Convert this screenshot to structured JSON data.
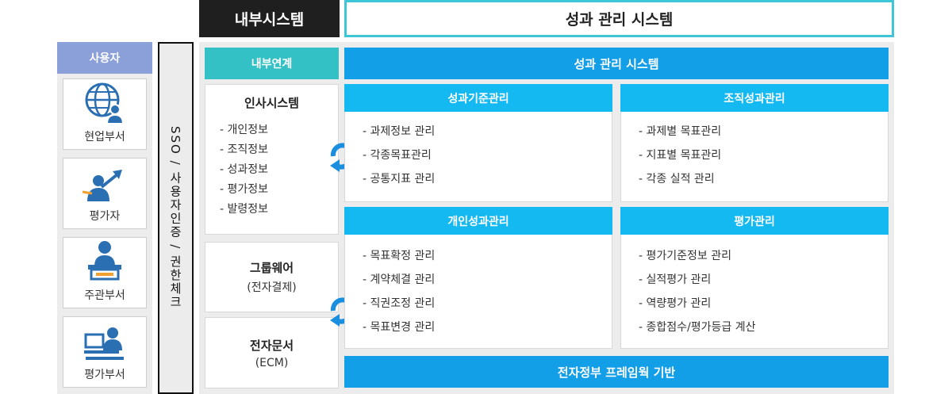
{
  "header": {
    "internal_label": "내부시스템",
    "main_label": "성과 관리 시스템"
  },
  "users": {
    "title": "사용자",
    "items": [
      {
        "label": "현업부서",
        "icon": "globe-user-icon"
      },
      {
        "label": "평가자",
        "icon": "evaluator-icon"
      },
      {
        "label": "주관부서",
        "icon": "presenter-icon"
      },
      {
        "label": "평가부서",
        "icon": "computer-user-icon"
      }
    ]
  },
  "sso": {
    "label": "SSO / 사용자인증 / 권한체크"
  },
  "internal": {
    "title": "내부연계",
    "hr": {
      "title": "인사시스템",
      "items": [
        "- 개인정보",
        "- 조직정보",
        "- 성과정보",
        "- 평가정보",
        "- 발령정보"
      ]
    },
    "groupware": {
      "title": "그룹웨어",
      "subtitle": "(전자결제)"
    },
    "edoc": {
      "title": "전자문서",
      "subtitle": "(ECM)"
    }
  },
  "system": {
    "title": "성과 관리 시스템",
    "modules": [
      {
        "title": "성과기준관리",
        "items": [
          "- 과제정보 관리",
          "- 각종목표관리",
          "- 공통지표 관리"
        ]
      },
      {
        "title": "조직성과관리",
        "items": [
          "- 과제별 목표관리",
          "- 지표별 목표관리",
          "- 각종 실적 관리"
        ]
      },
      {
        "title": "개인성과관리",
        "items": [
          "- 목표확정 관리",
          "- 계약체결 관리",
          "- 직권조정 관리",
          "- 목표변경 관리"
        ]
      },
      {
        "title": "평가관리",
        "items": [
          "- 평가기준정보 관리",
          "- 실적평가 관리",
          "- 역량평가 관리",
          "- 종합점수/평가등급 계산"
        ]
      }
    ],
    "footer": "전자정부 프레임웍 기반"
  },
  "colors": {
    "teal": "#34c1c6",
    "blue": "#139ee8",
    "light_blue": "#15b9f2",
    "user_head": "#8b9fd8",
    "header_border": "#3ec6d6"
  }
}
